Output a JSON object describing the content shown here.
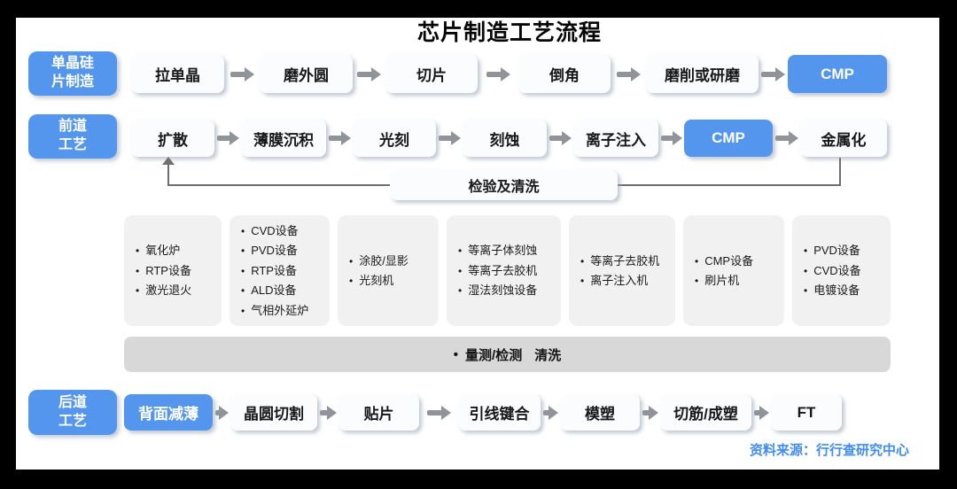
{
  "title": "芯片制造工艺流程",
  "bullet": "•",
  "rows": [
    {
      "name": "wafer-manufacturing",
      "label": "单晶硅片制造",
      "label_lines": [
        "单晶硅",
        "片制造"
      ],
      "steps": [
        {
          "label": "拉单晶",
          "highlight": false
        },
        {
          "label": "磨外圆",
          "highlight": false
        },
        {
          "label": "切片",
          "highlight": false
        },
        {
          "label": "倒角",
          "highlight": false
        },
        {
          "label": "磨削或研磨",
          "highlight": false
        },
        {
          "label": "CMP",
          "highlight": true
        }
      ]
    },
    {
      "name": "front-end-process",
      "label": "前道工艺",
      "label_lines": [
        "前道",
        "工艺"
      ],
      "steps": [
        {
          "label": "扩散",
          "highlight": false
        },
        {
          "label": "薄膜沉积",
          "highlight": false
        },
        {
          "label": "光刻",
          "highlight": false
        },
        {
          "label": "刻蚀",
          "highlight": false
        },
        {
          "label": "离子注入",
          "highlight": false
        },
        {
          "label": "CMP",
          "highlight": true
        },
        {
          "label": "金属化",
          "highlight": false
        }
      ]
    },
    {
      "name": "back-end-process",
      "label": "后道工艺",
      "label_lines": [
        "后道",
        "工艺"
      ],
      "steps": [
        {
          "label": "背面减薄",
          "highlight": true
        },
        {
          "label": "晶圆切割",
          "highlight": false
        },
        {
          "label": "贴片",
          "highlight": false
        },
        {
          "label": "引线键合",
          "highlight": false
        },
        {
          "label": "模塑",
          "highlight": false
        },
        {
          "label": "切筋/成塑",
          "highlight": false
        },
        {
          "label": "FT",
          "highlight": false
        }
      ]
    }
  ],
  "feedback": {
    "label": "检验及清洗"
  },
  "equipment_groups": [
    {
      "items": [
        "氧化炉",
        "RTP设备",
        "激光退火"
      ]
    },
    {
      "items": [
        "CVD设备",
        "PVD设备",
        "RTP设备",
        "ALD设备",
        "气相外延炉"
      ]
    },
    {
      "items": [
        "涂胶/显影",
        "光刻机"
      ]
    },
    {
      "items": [
        "等离子体刻蚀",
        "等离子去胶机",
        "湿法刻蚀设备"
      ]
    },
    {
      "items": [
        "等离子去胶机",
        "离子注入机"
      ]
    },
    {
      "items": [
        "CMP设备",
        "刷片机"
      ]
    },
    {
      "items": [
        "PVD设备",
        "CVD设备",
        "电镀设备"
      ]
    }
  ],
  "metrology_bar": {
    "label_left": "量测/检测",
    "label_right": "清洗"
  },
  "source": "资料来源：行行查研究中心",
  "colors": {
    "accent_blue": "#5496EE",
    "source_blue": "#3F8CF3",
    "connector_gray": "#6F6F6F",
    "arrow_gray": "#8F949B",
    "bar_gray": "#D8D8D9",
    "equipment_gray": "#F1F1F2",
    "frame_black": "#000000"
  }
}
